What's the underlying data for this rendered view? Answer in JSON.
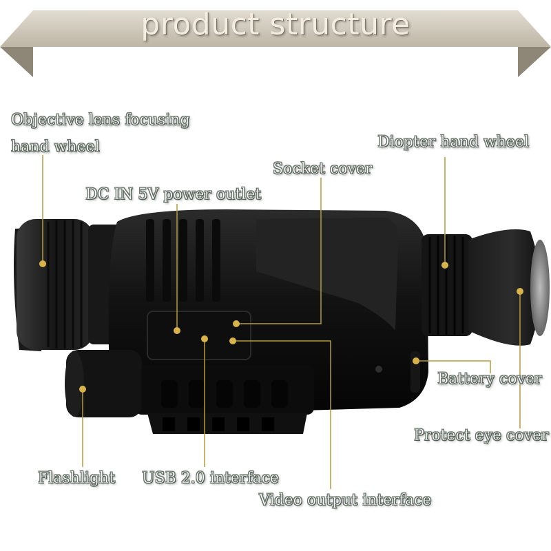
{
  "banner": {
    "title": "product structure"
  },
  "labels": {
    "objective_lens": [
      "Objective lens focusing",
      "hand wheel"
    ],
    "dc_in": "DC IN 5V power outlet",
    "socket_cover": "Socket cover",
    "diopter": "Diopter hand wheel",
    "battery_cover": "Battery cover",
    "protect_eye": "Protect eye cover",
    "flashlight": "Flashlight",
    "usb": "USB 2.0 interface",
    "video_out": "Video output interface"
  },
  "colors": {
    "banner_fill": "#cbc4b5",
    "banner_fold": "#8e8676",
    "leader_line": "#b59a3c",
    "marker_dot": "#d8b24a",
    "device_body": "#141414"
  },
  "icons": [
    "leader-dot-marker"
  ]
}
